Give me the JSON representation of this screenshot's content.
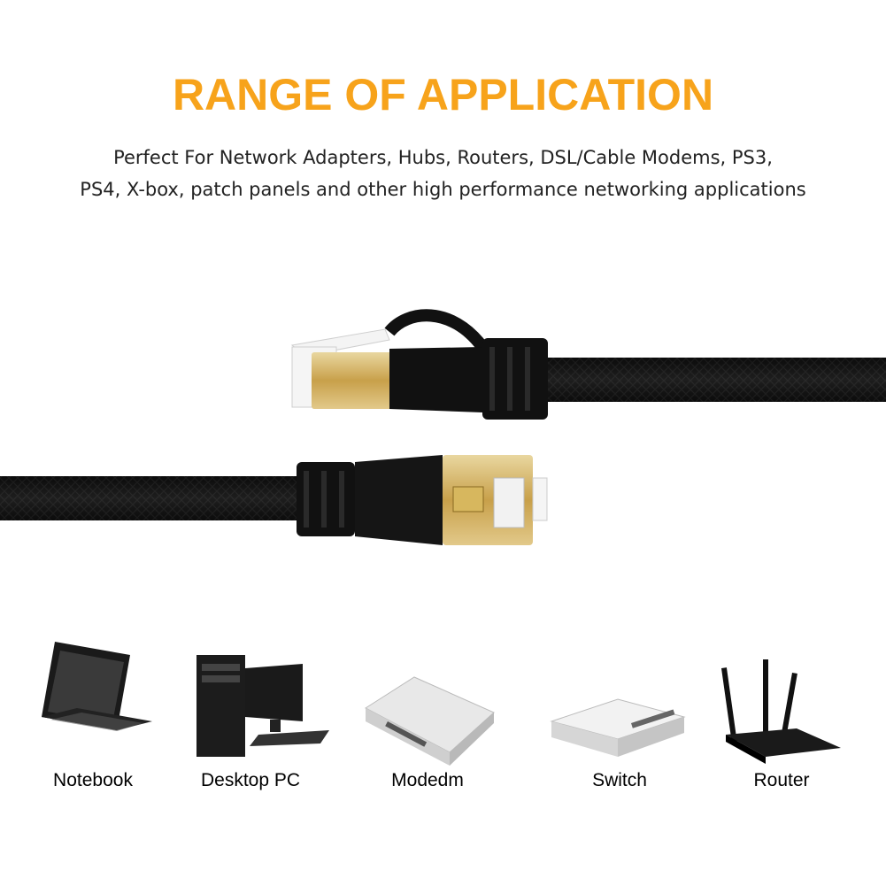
{
  "heading": "RANGE OF APPLICATION",
  "description": {
    "line1": "Perfect For Network Adapters, Hubs, Routers, DSL/Cable Modems, PS3,",
    "line2": "PS4, X-box, patch panels and other high performance networking applications"
  },
  "devices": [
    {
      "label": "Notebook",
      "icon": "laptop-icon"
    },
    {
      "label": "Desktop PC",
      "icon": "desktop-pc-icon"
    },
    {
      "label": "Modedm",
      "icon": "modem-icon"
    },
    {
      "label": "Switch",
      "icon": "switch-icon"
    },
    {
      "label": "Router",
      "icon": "router-icon"
    }
  ],
  "colors": {
    "accent": "#f7a31b",
    "cable": "#111111",
    "gold": "#d4b15c"
  }
}
